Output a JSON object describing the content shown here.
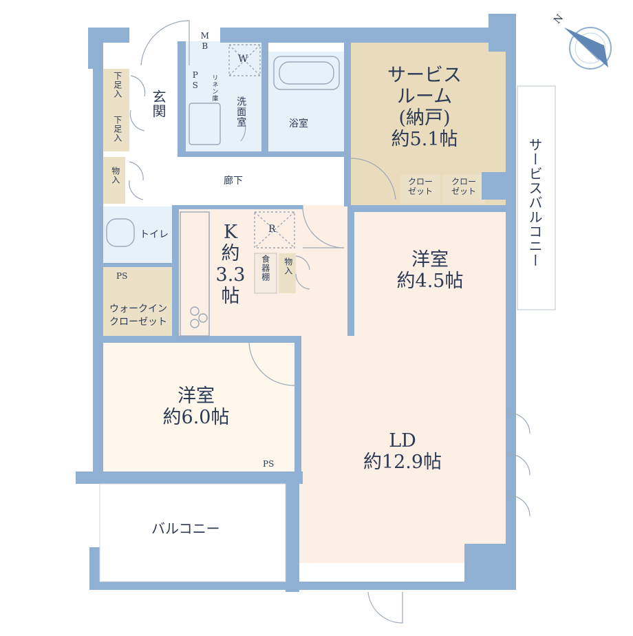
{
  "rooms": {
    "service_room": {
      "name_line1": "サービス",
      "name_line2": "ルーム",
      "name_line3": "(納戸)",
      "area": "約5.1帖"
    },
    "western_room_1": {
      "name": "洋室",
      "area": "約4.5帖"
    },
    "western_room_2": {
      "name": "洋室",
      "area": "約6.0帖"
    },
    "kitchen": {
      "name": "K",
      "area_line1": "約",
      "area_line2": "3.3",
      "area_line3": "帖"
    },
    "living_dining": {
      "name": "LD",
      "area": "約12.9帖"
    },
    "entrance": "玄関",
    "washroom": "洗面室",
    "bathroom": "浴室",
    "hallway": "廊下",
    "toilet": "トイレ",
    "walk_in_closet_line1": "ウォークイン",
    "walk_in_closet_line2": "クローゼット",
    "balcony": "バルコニー",
    "service_balcony": "サービスバルコニー"
  },
  "small_labels": {
    "mb": "MB",
    "ps": "PS",
    "w": "W",
    "r": "R",
    "linen": "リネン庫",
    "shoe_storage_1": "下足入",
    "shoe_storage_2": "下足入",
    "storage_1": "物入",
    "storage_2": "物入",
    "cupboard": "食器棚",
    "closet_1_line1": "クロー",
    "closet_1_line2": "ゼット",
    "closet_2_line1": "クロー",
    "closet_2_line2": "ゼット"
  },
  "compass": {
    "north_label": "N"
  },
  "colors": {
    "wall": "#8fb0d3",
    "service_room": "#e8dcbc",
    "western_room": "#fdf7ec",
    "living": "#fcefe6",
    "wet_area": "#e7f1fa",
    "hall": "#ffffff",
    "storage": "#ebe1c6",
    "text": "#2b3a55"
  }
}
